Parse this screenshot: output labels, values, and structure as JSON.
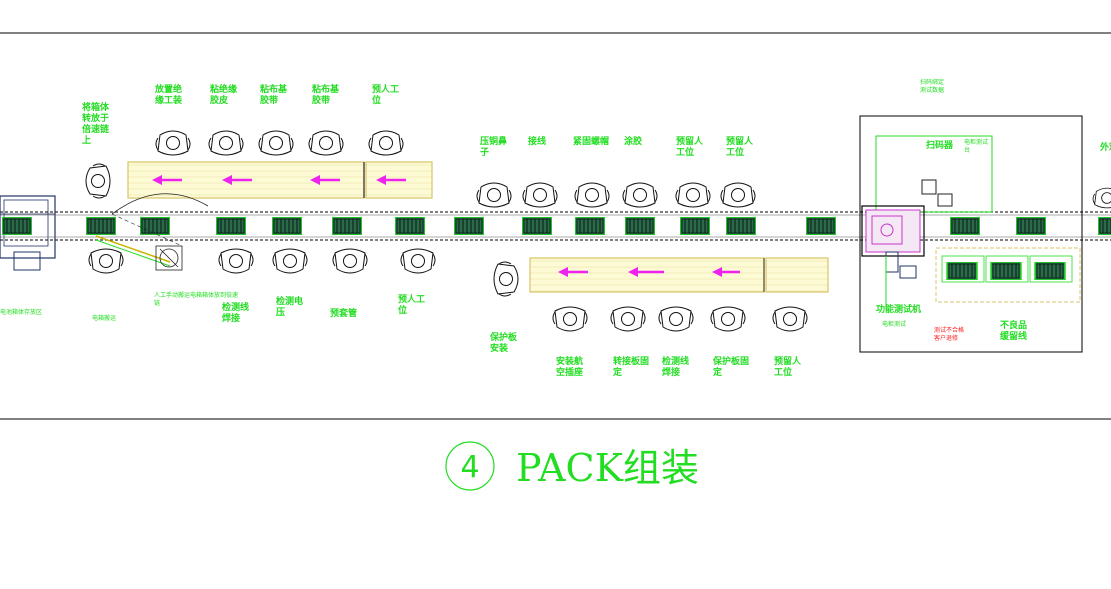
{
  "caption": {
    "step_number": "4",
    "title": "PACK组装"
  },
  "top_labels": [
    "将箱体转放于倍速链上",
    "放置绝缘工装",
    "粘绝缘胶皮",
    "粘布基胶带",
    "粘布基胶带",
    "预人工位"
  ],
  "mid_labels": [
    "压铜鼻子",
    "接线",
    "紧固螺帽",
    "涂胶",
    "预留人工位",
    "预留人工位"
  ],
  "lower_left_labels": [
    "检测线焊接",
    "检测电压",
    "预套管",
    "预人工位"
  ],
  "lower_right_labels": [
    "保护板安装",
    "安装航空插座",
    "转接板固定",
    "检测线焊接",
    "保护板固定",
    "预留人工位"
  ],
  "test_area": {
    "scanner": "扫码器",
    "function_tester": "功能测试机",
    "defect_line": "不良品缓留线",
    "right_partial": "外观测"
  },
  "small_notes": {
    "left_bottom": "电池箱体存放区",
    "worker_note": "电箱搬运",
    "manual_note": "人工手动搬运电箱箱体放到倍速链上",
    "top_right_note": "扫码绑定\n测试数据",
    "tester_sub": "电柜测试",
    "red_note": "测试不合格\n客户退修",
    "tester_note": "电柜测试台"
  },
  "colors": {
    "line": "#22dd22",
    "frame": "#000000",
    "arrow": "#ee22ee",
    "table_fill": "#fdfbd5",
    "table_border": "#d8c46a"
  }
}
